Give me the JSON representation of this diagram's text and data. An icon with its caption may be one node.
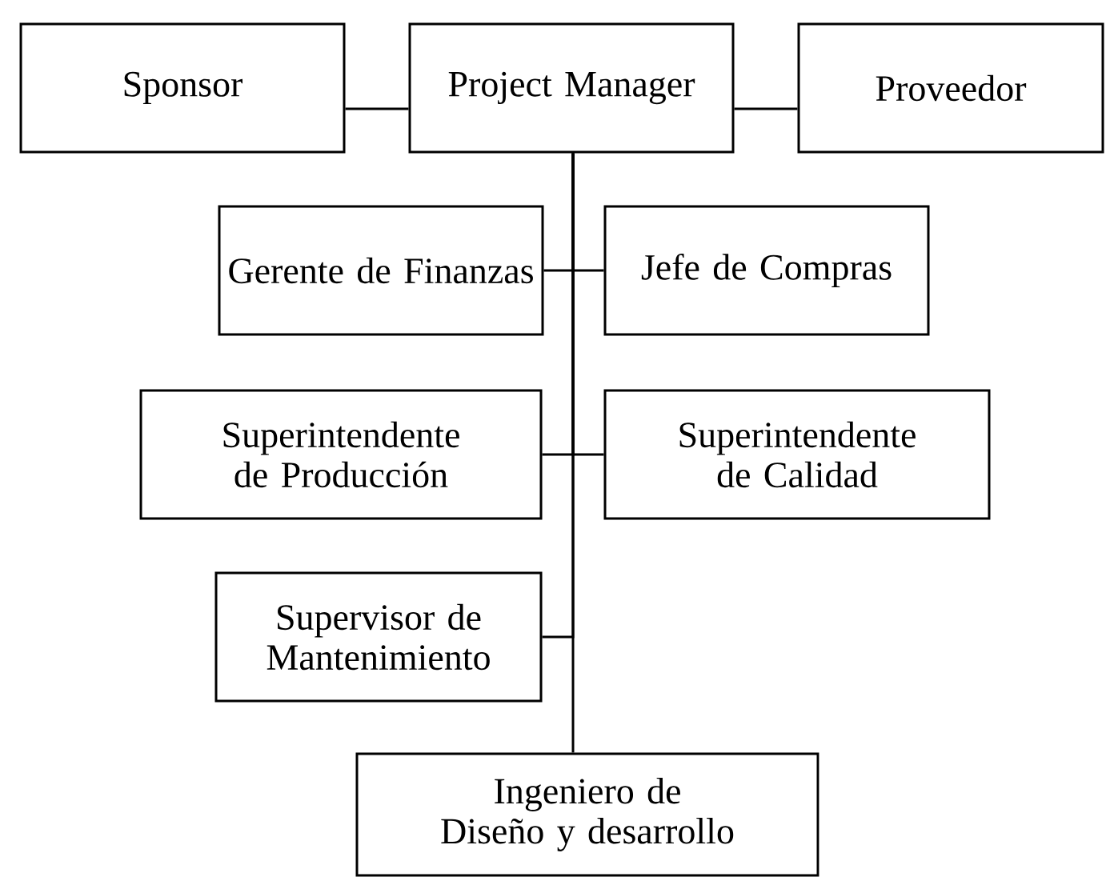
{
  "diagram": {
    "nodes": [
      {
        "text": [
          "Sponsor"
        ]
      },
      {
        "text": [
          "Project Manager"
        ]
      },
      {
        "text": [
          "Proveedor"
        ]
      },
      {
        "text": [
          "Gerente de Finanzas"
        ]
      },
      {
        "text": [
          "Jefe de Compras"
        ]
      },
      {
        "text": [
          "Superintendente de Producción"
        ]
      },
      {
        "text": [
          "Superintendente de Calidad"
        ]
      },
      {
        "text": [
          "Supervisor de Mantenimiento"
        ]
      },
      {
        "text": [
          "Ingeniero de Diseño y desarrollo"
        ]
      }
    ],
    "edges": [
      {
        "from": 0,
        "to": 1,
        "arrow": "none"
      },
      {
        "from": 1,
        "to": 2,
        "arrow": "none"
      },
      {
        "from": 1,
        "to": 3,
        "arrow": "none"
      },
      {
        "from": 1,
        "to": 4,
        "arrow": "none"
      },
      {
        "from": 1,
        "to": 5,
        "arrow": "none"
      },
      {
        "from": 1,
        "to": 6,
        "arrow": "none"
      },
      {
        "from": 1,
        "to": 7,
        "arrow": "none"
      },
      {
        "from": 1,
        "to": 8,
        "arrow": "none"
      }
    ]
  }
}
